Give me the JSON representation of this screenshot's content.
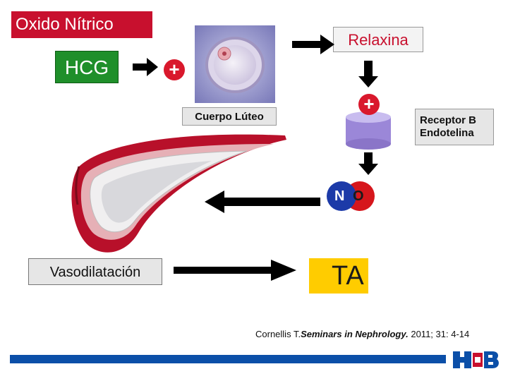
{
  "title": "Oxido Nítrico",
  "hcg": "HCG",
  "relaxina": "Relaxina",
  "plus_symbol": "+",
  "cuerpo_luteo": "Cuerpo Lúteo",
  "receptor_line1": "Receptor B",
  "receptor_line2": "Endotelina",
  "no_n": "N",
  "no_o": "O",
  "vasodilatacion": "Vasodilatación",
  "ta": "TA",
  "citation_prefix": "Cornellis T.",
  "citation_journal": "Seminars in Nephrology.",
  "citation_suffix": " 2011; 31: 4-14",
  "colors": {
    "title_bg": "#c8102e",
    "hcg_bg": "#1f8f2a",
    "relax_text": "#c8102e",
    "plus_circle": "#d9182c",
    "receptor_cylinder": "#9b87d8",
    "ta_bg": "#ffcc00",
    "n_atom": "#1c3aa8",
    "o_atom": "#d6161c",
    "footer_bar": "#0b4fa8"
  }
}
